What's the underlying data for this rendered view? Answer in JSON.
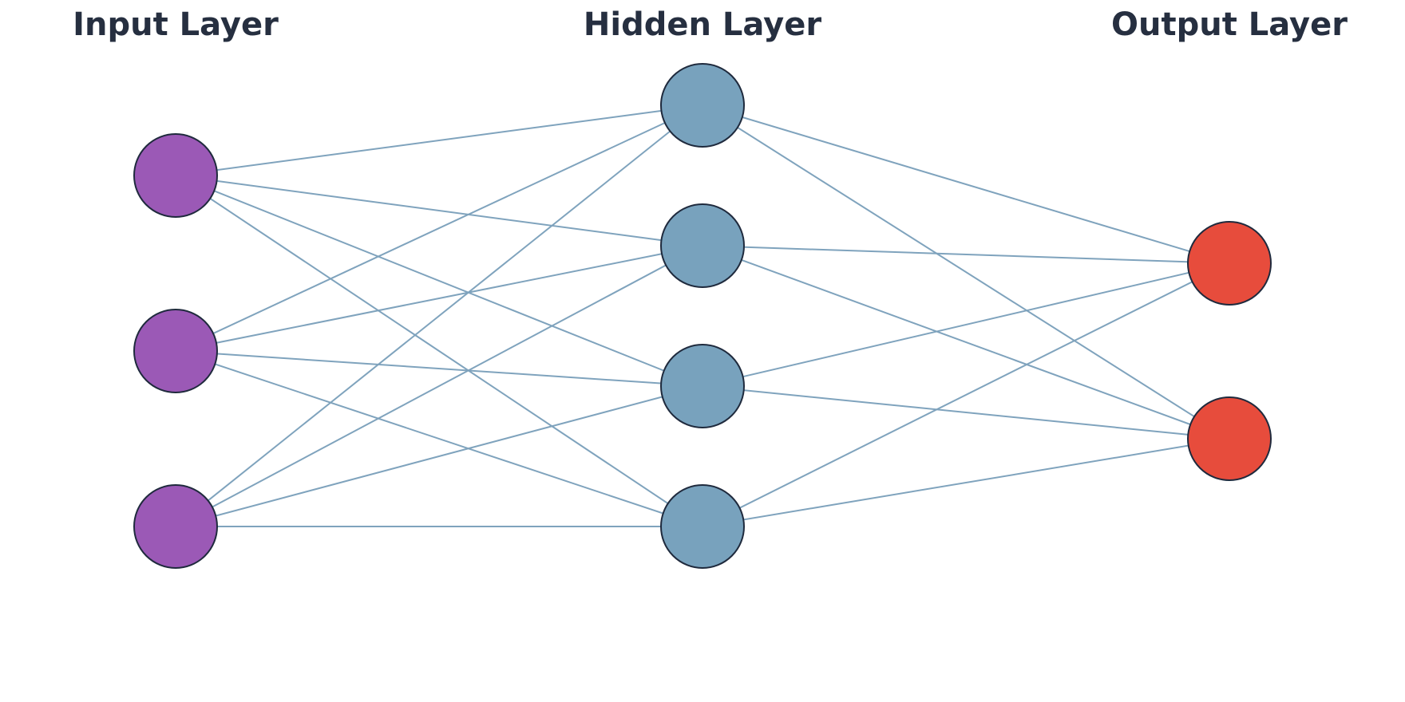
{
  "layers": [
    {
      "title": "Input Layer",
      "node_count": 3,
      "color": "#9b59b6"
    },
    {
      "title": "Hidden Layer",
      "node_count": 4,
      "color": "#78a2bd"
    },
    {
      "title": "Output Layer",
      "node_count": 2,
      "color": "#e74c3c"
    }
  ],
  "edge_color": "#7fa3bd",
  "node_outline_color": "#1f2a3d",
  "title_color": "#262f40",
  "connectivity": "fully-connected"
}
